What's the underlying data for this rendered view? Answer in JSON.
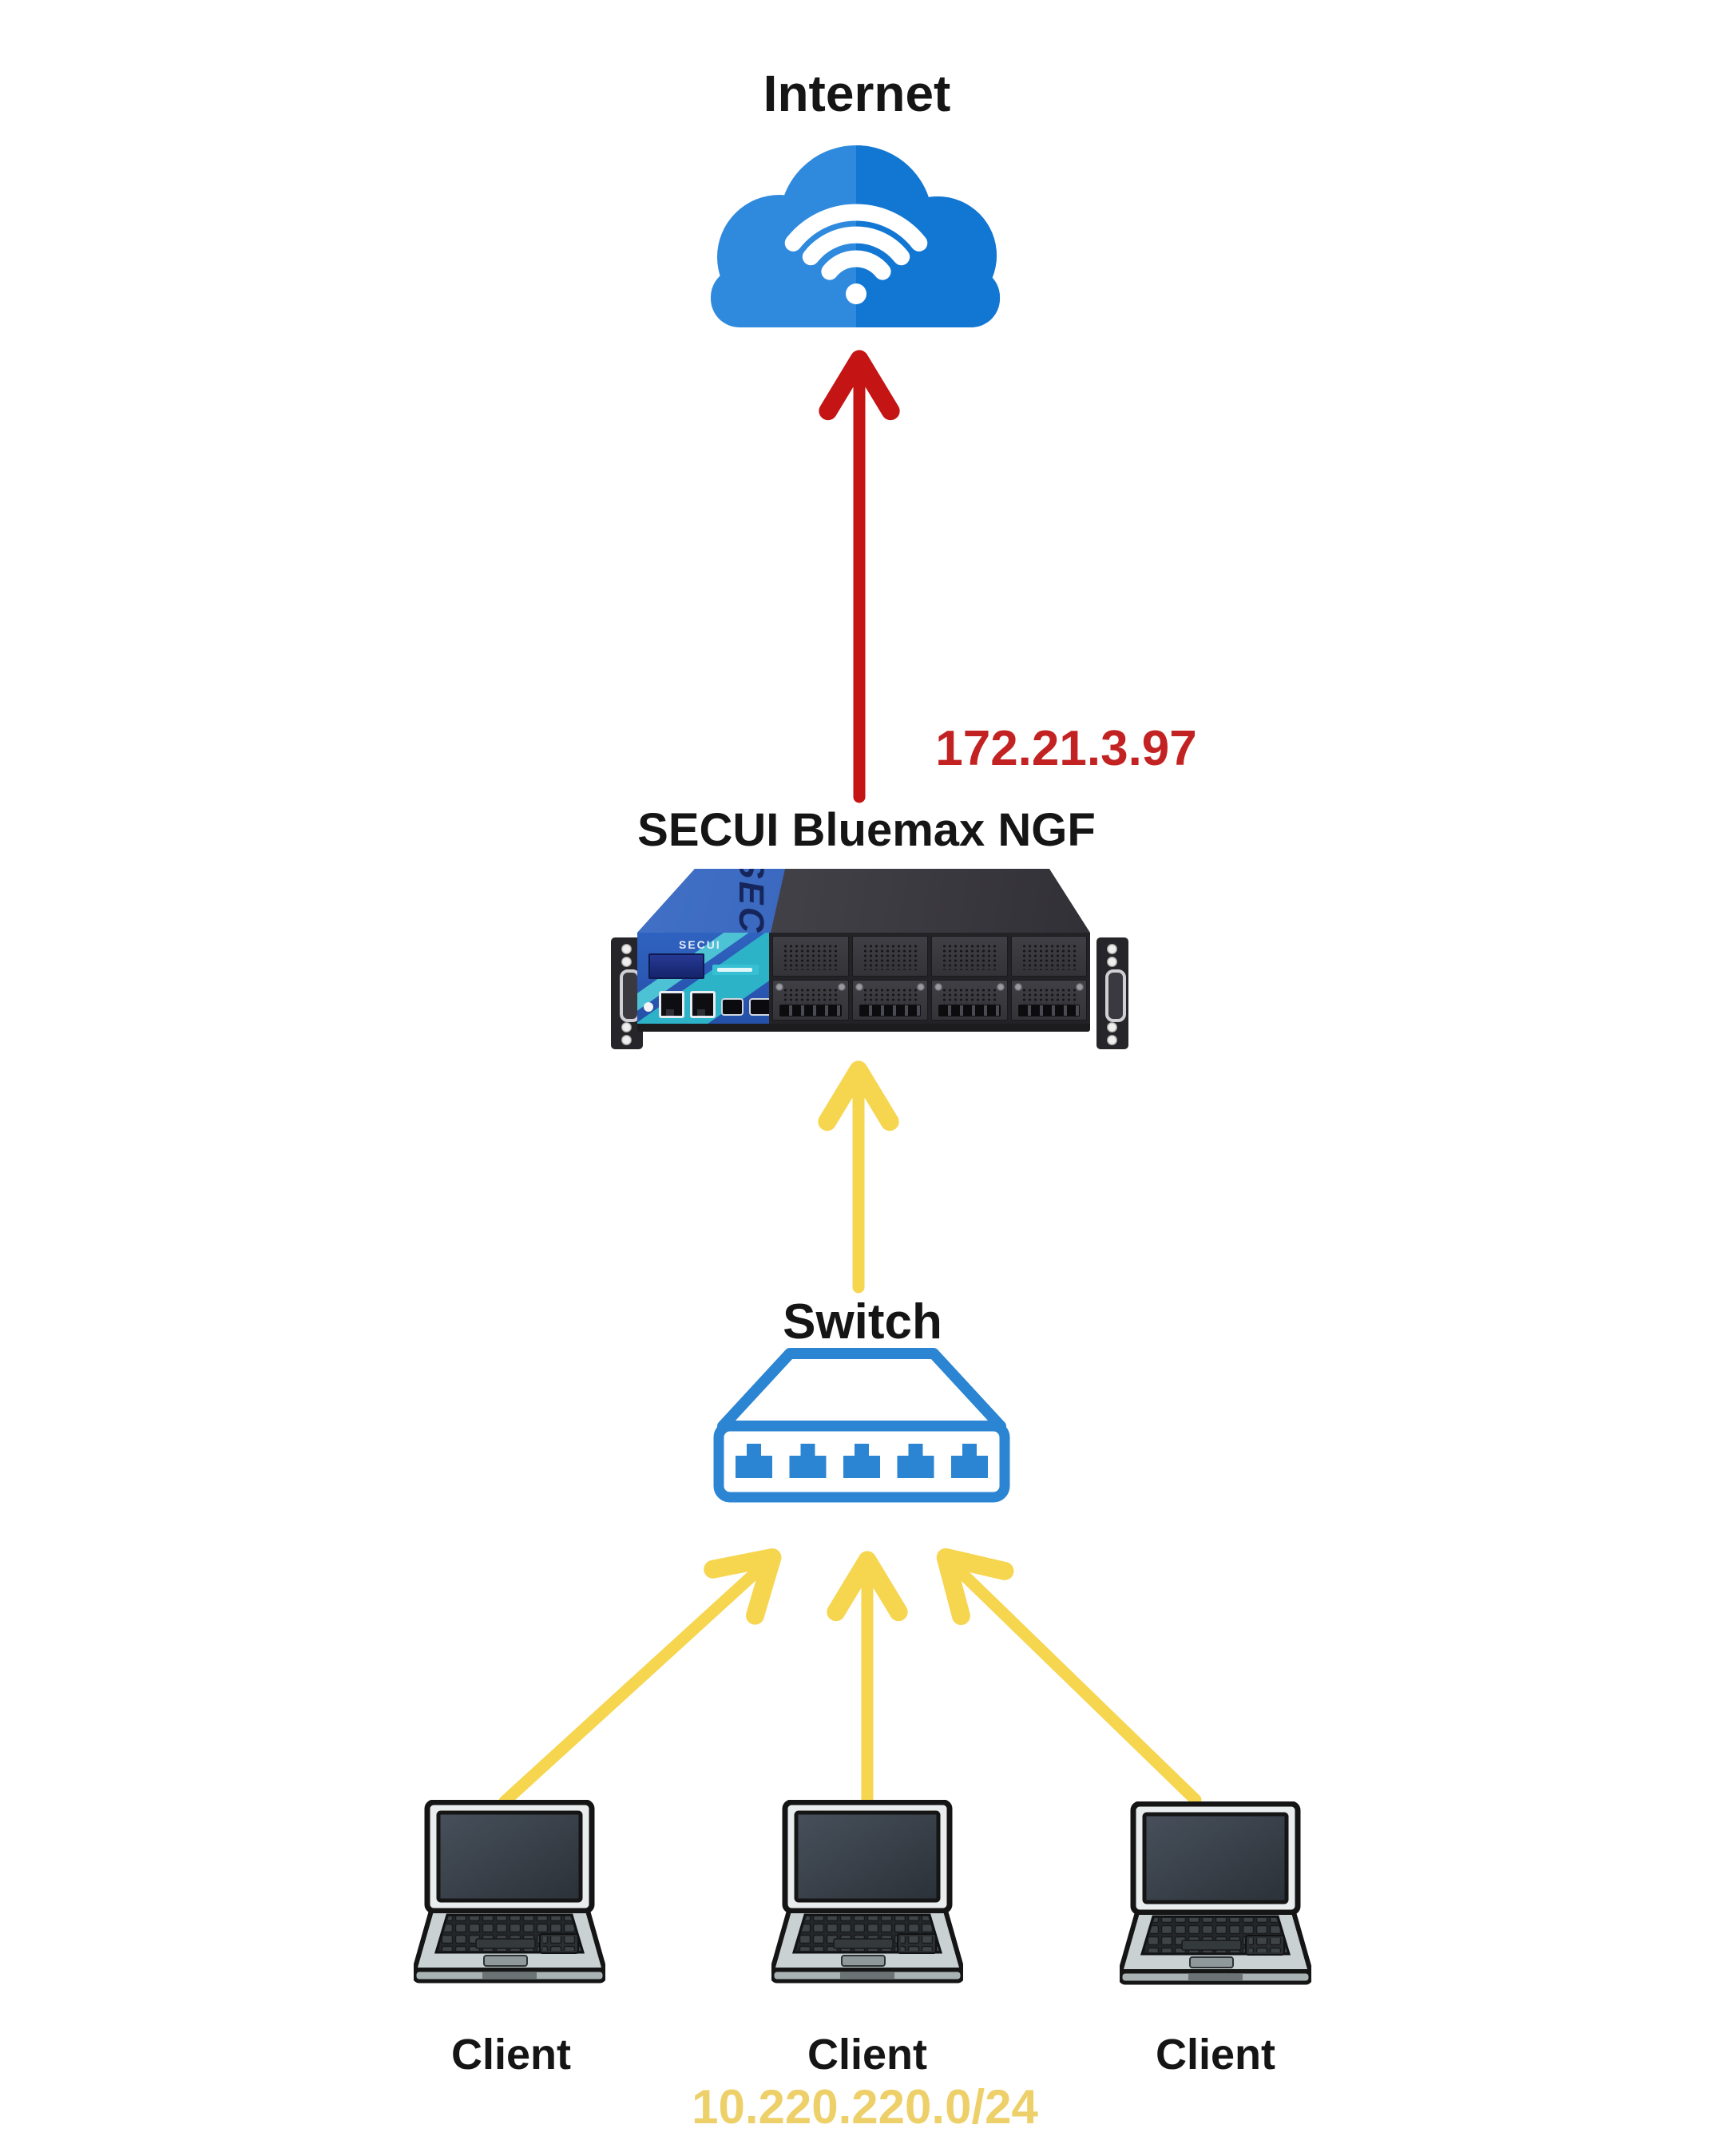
{
  "diagram": {
    "internet": {
      "label": "Internet",
      "icon": "cloud-wifi-icon"
    },
    "wan_link": {
      "ip": "172.21.3.97"
    },
    "firewall": {
      "name": "SECUI Bluemax NGF",
      "brand_top": "SECUI",
      "brand_panel": "SECUI"
    },
    "switch": {
      "label": "Switch"
    },
    "clients": {
      "labels": [
        "Client",
        "Client",
        "Client"
      ],
      "subnet": "10.220.220.0/24"
    },
    "colors": {
      "label-text": "#151515",
      "wan-arrow": "#c41414",
      "wan-ip-text": "#c32222",
      "lan-arrow": "#f6d54f",
      "subnet-text": "#eed06a",
      "switch-blue": "#2b85d2",
      "cloud-left": "#2f8ade",
      "cloud-right": "#1277d3"
    }
  }
}
